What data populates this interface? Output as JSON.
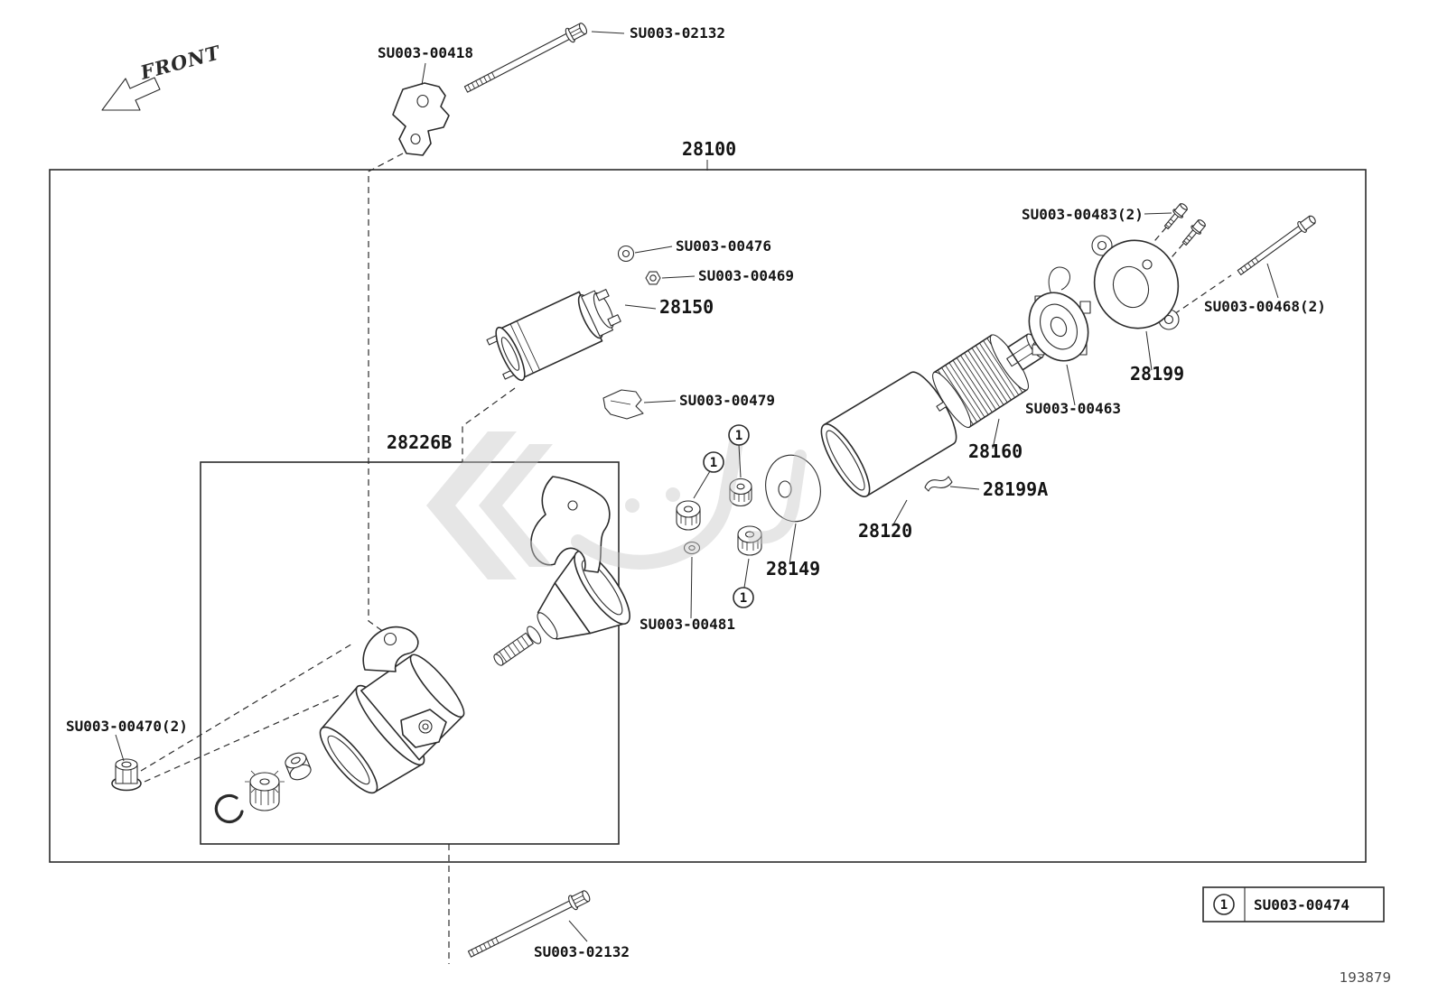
{
  "front_arrow": {
    "label": "FRONT"
  },
  "parts": {
    "bolt_top": "SU003-02132",
    "bracket": "SU003-00418",
    "assembly": "28100",
    "washer_476": "SU003-00476",
    "nut_469": "SU003-00469",
    "magnetic_switch": "28150",
    "cover_bolt_483": "SU003-00483(2)",
    "through_bolt_468": "SU003-00468(2)",
    "end_frame": "28199",
    "brush_holder": "SU003-00463",
    "armature": "28160",
    "terminal_479": "SU003-00479",
    "drive_housing": "28226B",
    "clip_28199a": "28199A",
    "yoke": "28120",
    "gear_28149": "28149",
    "washer_481": "SU003-00481",
    "nut_470": "SU003-00470(2)",
    "bolt_bottom": "SU003-02132"
  },
  "callout_marker": "1",
  "legend": {
    "marker": "1",
    "part_number": "SU003-00474"
  },
  "doc_number": "193879"
}
